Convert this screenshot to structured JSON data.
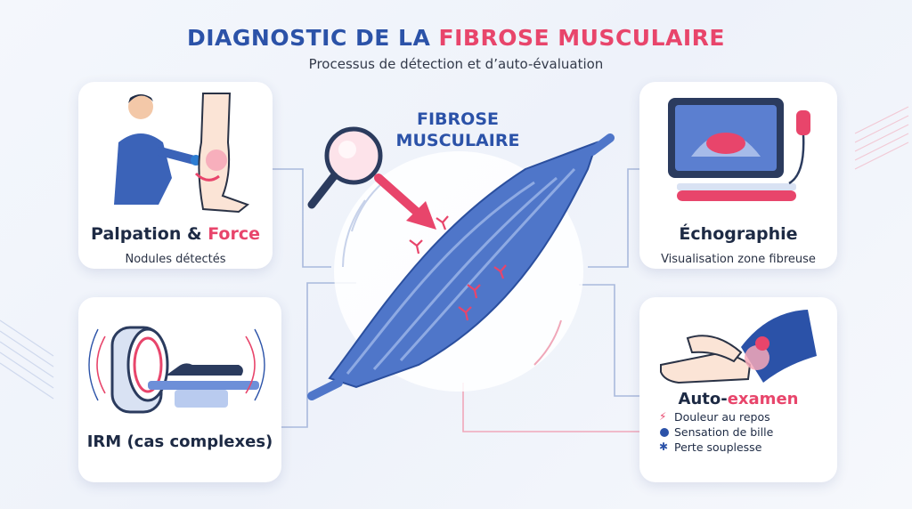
{
  "header": {
    "title_part1": "DIAGNOSTIC DE LA ",
    "title_part2": "FIBROSE MUSCULAIRE",
    "subtitle": "Processus de détection et d’auto-évaluation"
  },
  "center": {
    "label_line1": "FIBROSE",
    "label_line2": "MUSCULAIRE"
  },
  "cards": {
    "palpation": {
      "title_main": "Palpation & ",
      "title_accent": "Force",
      "sub": "Nodules détectés"
    },
    "echographie": {
      "title": "Échographie",
      "sub": "Visualisation zone fibreuse"
    },
    "irm": {
      "title": "IRM (cas complexes)"
    },
    "autoexamen": {
      "title_main": "Auto-",
      "title_accent": "examen",
      "items": [
        {
          "icon": "lightning-icon",
          "label": "Douleur au repos"
        },
        {
          "icon": "ball-icon",
          "label": "Sensation de bille"
        },
        {
          "icon": "stretch-figure-icon",
          "label": "Perte souplesse"
        }
      ]
    }
  },
  "colors": {
    "blue": "#2b52a8",
    "pink": "#e8456b",
    "dark": "#1d2a44"
  }
}
